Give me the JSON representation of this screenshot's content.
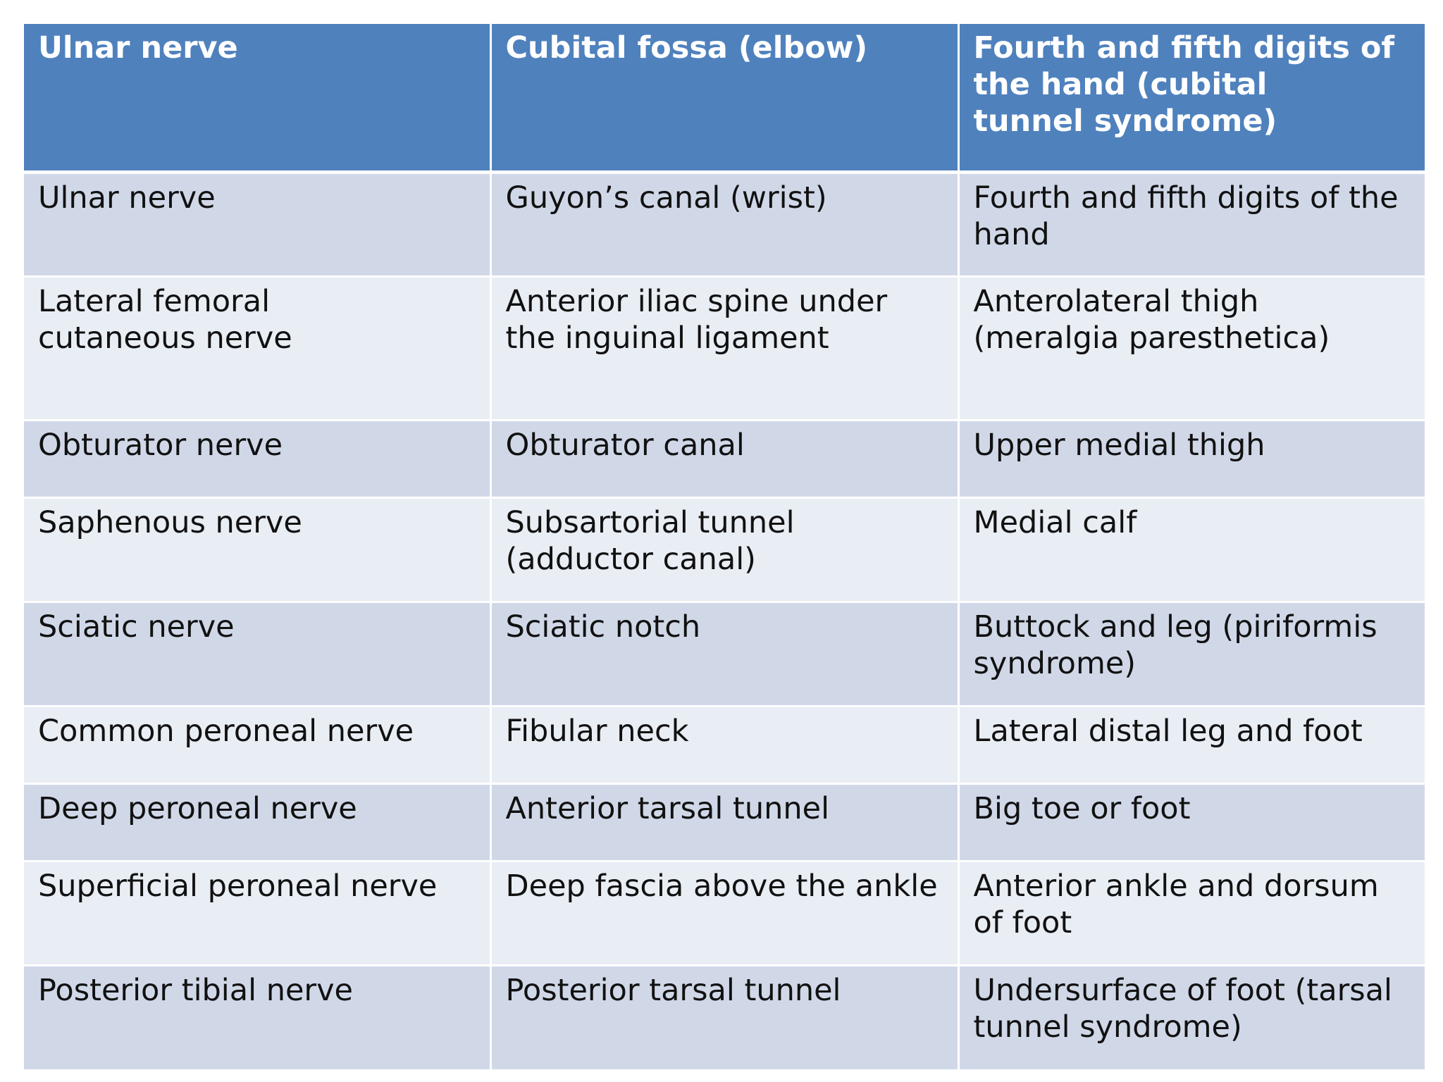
{
  "table": {
    "header": [
      "Ulnar nerve",
      "Cubital fossa (elbow)",
      "Fourth and fifth digits of the hand  (cubital\ntunnel syndrome)"
    ],
    "rows": [
      [
        "Ulnar nerve",
        "Guyon’s canal (wrist)",
        "Fourth and fifth digits of the hand"
      ],
      [
        "Lateral femoral\ncutaneous nerve",
        "Anterior iliac spine under the inguinal ligament",
        "Anterolateral thigh (meralgia paresthetica)"
      ],
      [
        "Obturator nerve",
        "Obturator canal",
        "Upper medial thigh"
      ],
      [
        "Saphenous nerve",
        "Subsartorial tunnel (adductor canal)",
        "Medial calf"
      ],
      [
        "Sciatic nerve",
        "Sciatic notch",
        "Buttock and leg (piriformis syndrome)"
      ],
      [
        "Common peroneal nerve",
        "Fibular neck",
        "Lateral distal leg and foot"
      ],
      [
        "Deep peroneal nerve",
        "Anterior tarsal tunnel",
        "Big toe or foot"
      ],
      [
        "Superficial peroneal nerve",
        "Deep fascia above the ankle",
        "Anterior ankle and dorsum of foot"
      ],
      [
        "Posterior tibial nerve",
        "Posterior tarsal tunnel",
        "Undersurface of foot (tarsal tunnel syndrome)"
      ]
    ]
  },
  "colors": {
    "header_bg": "#4f81bd",
    "row_dark": "#d0d8e8",
    "row_light": "#e9edf4"
  }
}
